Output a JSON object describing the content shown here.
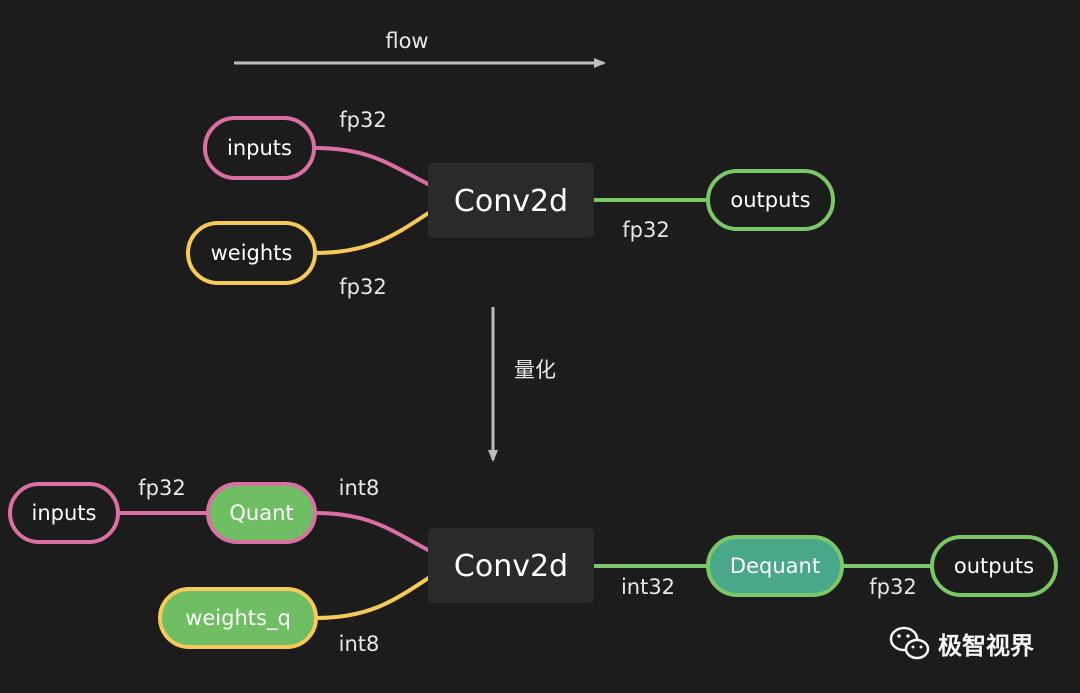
{
  "colors": {
    "background": "#1c1c1c",
    "pink": "#d96fa3",
    "yellow": "#f5c95a",
    "green": "#7cc66a",
    "green_fill": "#6fbe63",
    "teal_fill": "#4aa88a",
    "node_fill": "#2a2a2a",
    "arrow": "#bdbdbd"
  },
  "flow": {
    "label": "flow"
  },
  "transform": {
    "label": "量化"
  },
  "top": {
    "inputs": "inputs",
    "weights": "weights",
    "conv": "Conv2d",
    "outputs": "outputs",
    "type_inputs": "fp32",
    "type_weights": "fp32",
    "type_outputs": "fp32"
  },
  "bottom": {
    "inputs": "inputs",
    "quant": "Quant",
    "weights_q": "weights_q",
    "conv": "Conv2d",
    "dequant": "Dequant",
    "outputs": "outputs",
    "type_inputs": "fp32",
    "type_quant_out": "int8",
    "type_weights_q": "int8",
    "type_conv_out": "int32",
    "type_outputs": "fp32"
  },
  "watermark": {
    "text": "极智视界",
    "icon": "wechat-icon"
  }
}
